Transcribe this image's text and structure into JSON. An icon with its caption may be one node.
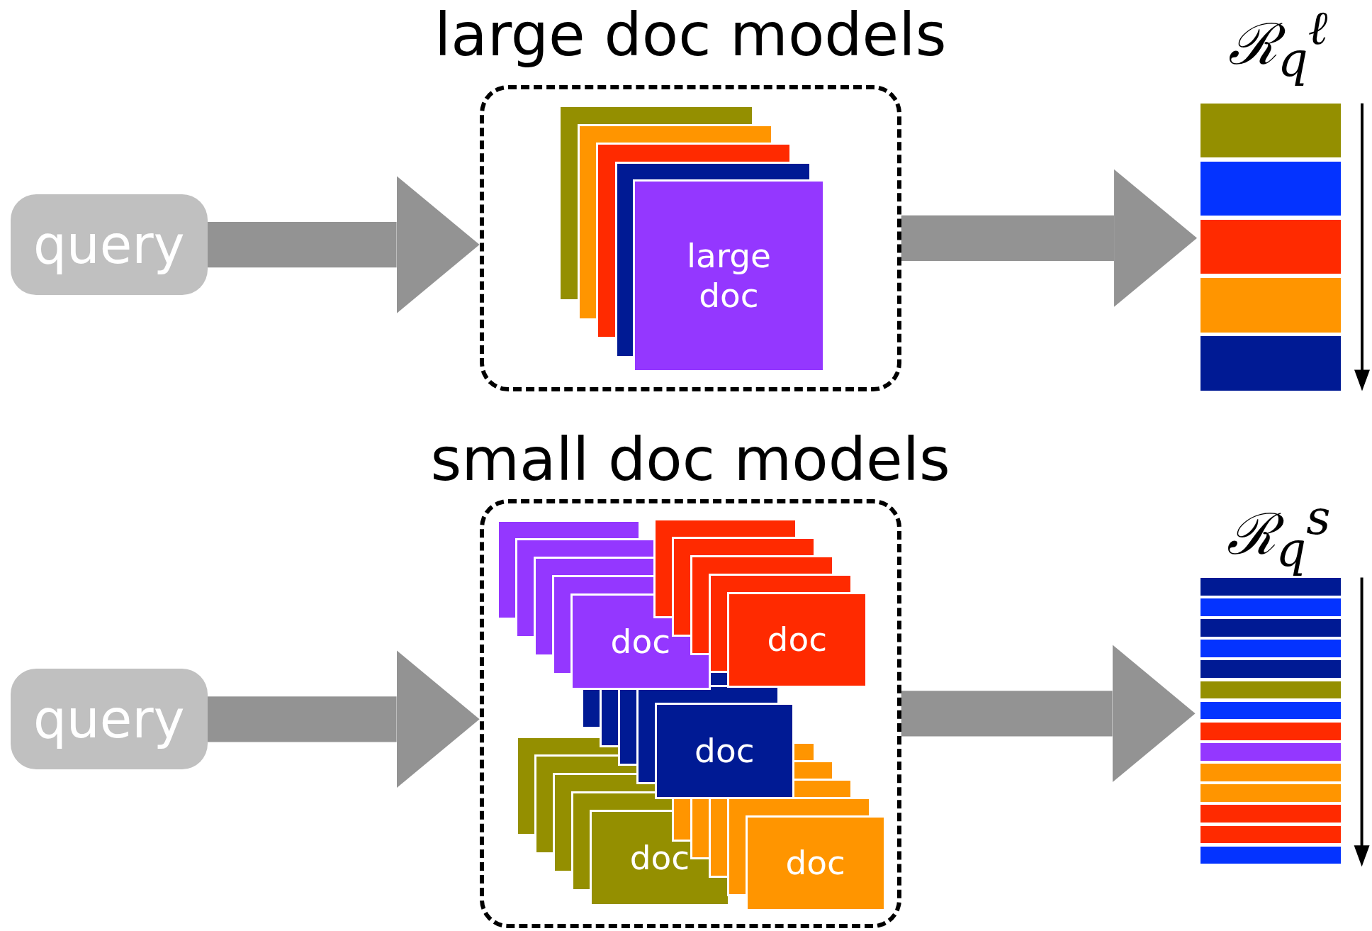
{
  "diagram": {
    "nodes": [
      {
        "text": [
          "query"
        ]
      },
      {
        "text": [
          "large doc models"
        ]
      },
      {
        "text": [],
        "shape": "box",
        "in": 1
      },
      {
        "text": [],
        "shape": "box",
        "in": 1
      },
      {
        "text": [],
        "shape": "box",
        "in": 1
      },
      {
        "text": [],
        "shape": "box",
        "in": 1
      },
      {
        "text": [
          "large doc"
        ],
        "in": 1
      },
      {
        "text": [
          "ℛ$_{q}$$^{ℓ}$"
        ]
      },
      {
        "text": [],
        "shape": "bar",
        "in": 7
      },
      {
        "text": [],
        "shape": "bar",
        "in": 7
      },
      {
        "text": [],
        "shape": "bar",
        "in": 7
      },
      {
        "text": [],
        "shape": "bar",
        "in": 7
      },
      {
        "text": [],
        "shape": "bar",
        "in": 7
      },
      {
        "text": [
          "query"
        ]
      },
      {
        "text": [
          "small doc models"
        ]
      },
      {
        "text": [],
        "shape": "box",
        "in": 14
      },
      {
        "text": [],
        "shape": "box",
        "in": 14
      },
      {
        "text": [],
        "shape": "box",
        "in": 14
      },
      {
        "text": [],
        "shape": "box",
        "in": 14
      },
      {
        "text": [
          "doc"
        ],
        "in": 14
      },
      {
        "text": [],
        "shape": "box",
        "in": 14
      },
      {
        "text": [],
        "shape": "box",
        "in": 14
      },
      {
        "text": [],
        "shape": "box",
        "in": 14
      },
      {
        "text": [],
        "shape": "box",
        "in": 14
      },
      {
        "text": [
          "doc"
        ],
        "in": 14
      },
      {
        "text": [],
        "shape": "box",
        "in": 14
      },
      {
        "text": [],
        "shape": "box",
        "in": 14
      },
      {
        "text": [],
        "shape": "box",
        "in": 14
      },
      {
        "text": [],
        "shape": "box",
        "in": 14
      },
      {
        "text": [
          "doc"
        ],
        "in": 14
      },
      {
        "text": [],
        "shape": "box",
        "in": 14
      },
      {
        "text": [],
        "shape": "box",
        "in": 14
      },
      {
        "text": [],
        "shape": "box",
        "in": 14
      },
      {
        "text": [],
        "shape": "box",
        "in": 14
      },
      {
        "text": [
          "doc"
        ],
        "in": 14
      },
      {
        "text": [],
        "shape": "box",
        "in": 14
      },
      {
        "text": [],
        "shape": "box",
        "in": 14
      },
      {
        "text": [],
        "shape": "box",
        "in": 14
      },
      {
        "text": [],
        "shape": "box",
        "in": 14
      },
      {
        "text": [
          "doc"
        ],
        "in": 14
      },
      {
        "text": [
          "ℛ$_{q}$$^{s}$"
        ]
      },
      {
        "text": [],
        "shape": "bar",
        "in": 40
      },
      {
        "text": [],
        "shape": "bar",
        "in": 40
      },
      {
        "text": [],
        "shape": "bar",
        "in": 40
      },
      {
        "text": [],
        "shape": "bar",
        "in": 40
      },
      {
        "text": [],
        "shape": "bar",
        "in": 40
      },
      {
        "text": [],
        "shape": "bar",
        "in": 40
      },
      {
        "text": [],
        "shape": "bar",
        "in": 40
      },
      {
        "text": [],
        "shape": "bar",
        "in": 40
      },
      {
        "text": [],
        "shape": "bar",
        "in": 40
      },
      {
        "text": [],
        "shape": "bar",
        "in": 40
      },
      {
        "text": [],
        "shape": "bar",
        "in": 40
      },
      {
        "text": [],
        "shape": "bar",
        "in": 40
      },
      {
        "text": [],
        "shape": "bar",
        "in": 40
      },
      {
        "text": [],
        "shape": "bar",
        "in": 40
      }
    ],
    "edges": [
      {
        "from": 0,
        "to": 1,
        "arrow": "to"
      },
      {
        "from": 1,
        "to": 7,
        "arrow": "to"
      },
      {
        "from": 13,
        "to": 14,
        "arrow": "to"
      },
      {
        "from": 14,
        "to": 40,
        "arrow": "to"
      }
    ]
  }
}
